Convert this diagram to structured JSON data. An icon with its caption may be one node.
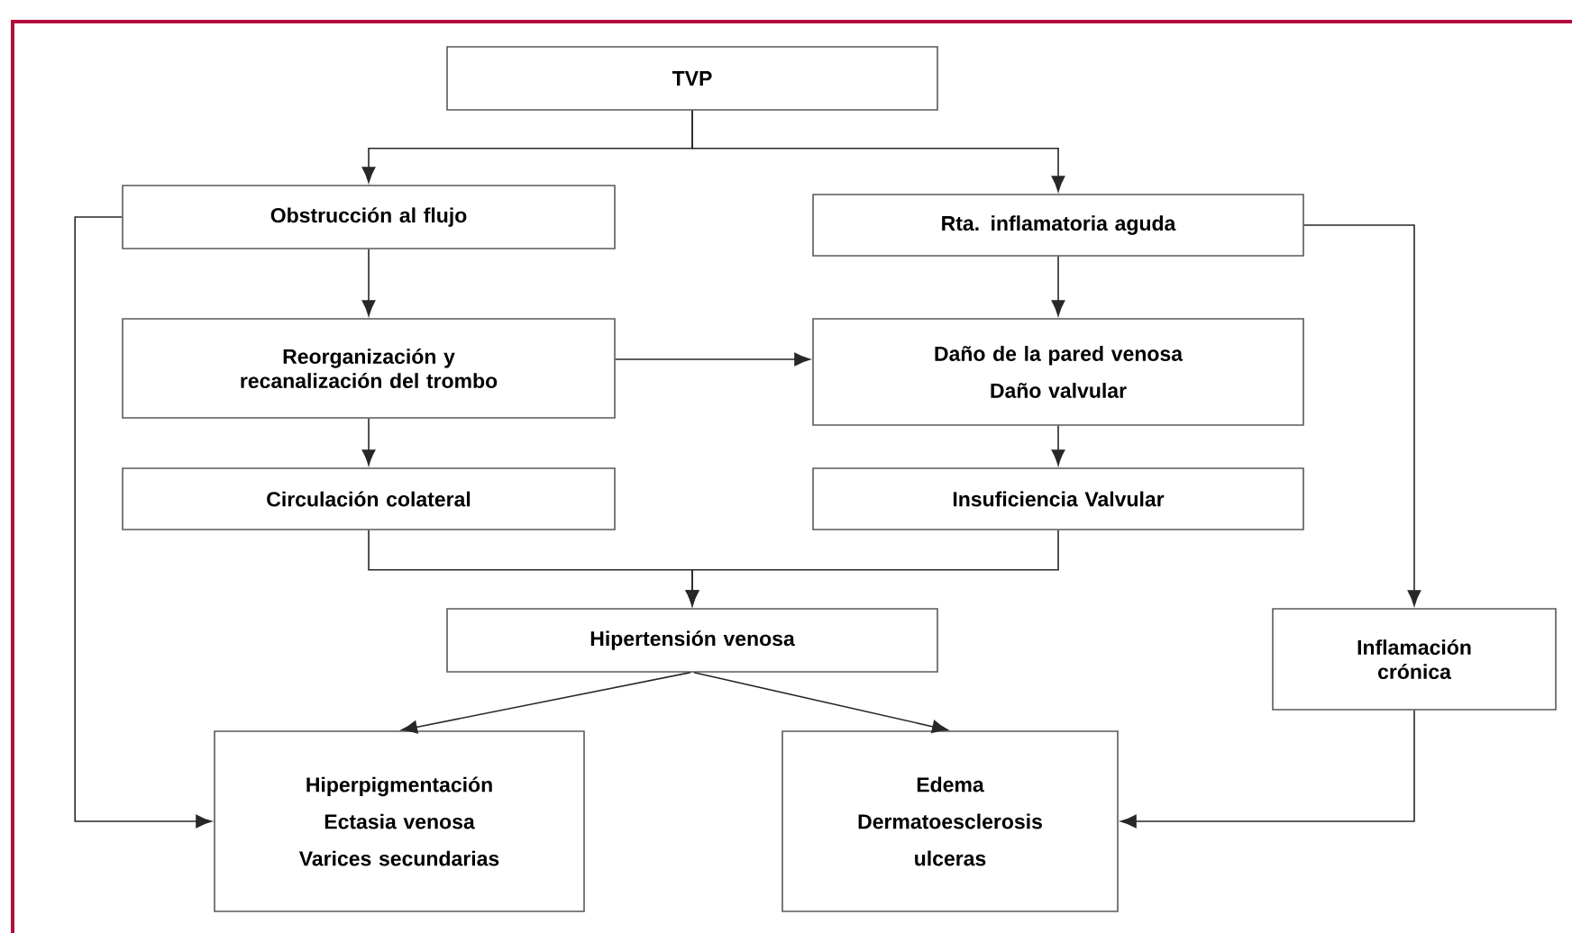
{
  "diagram": {
    "nodes": [
      {
        "text": [
          "TVP"
        ]
      },
      {
        "text": [
          "Obstrucción al flujo"
        ]
      },
      {
        "text": [
          "Rta. inflamatoria aguda"
        ]
      },
      {
        "text": [
          "Reorganización y recanalización del trombo"
        ]
      },
      {
        "text": [
          "Daño de la pared venosa",
          "Daño valvular"
        ]
      },
      {
        "text": [
          "Circulación colateral"
        ]
      },
      {
        "text": [
          "Insuficiencia Valvular"
        ]
      },
      {
        "text": [
          "Hipertensión venosa"
        ]
      },
      {
        "text": [
          "Inflamación crónica"
        ]
      },
      {
        "text": [
          "Hiperpigmentación",
          "Ectasia venosa",
          "Varices secundarias"
        ]
      },
      {
        "text": [
          "Edema",
          "Dermatoesclerosis",
          "ulceras"
        ]
      }
    ],
    "edges": [
      {
        "from": 0,
        "to": 1,
        "arrow": "to"
      },
      {
        "from": 0,
        "to": 2,
        "arrow": "to"
      },
      {
        "from": 1,
        "to": 3,
        "arrow": "to"
      },
      {
        "from": 3,
        "to": 5,
        "arrow": "to"
      },
      {
        "from": 2,
        "to": 4,
        "arrow": "to"
      },
      {
        "from": 4,
        "to": 6,
        "arrow": "to"
      },
      {
        "from": 3,
        "to": 4,
        "arrow": "to"
      },
      {
        "from": 5,
        "to": 7,
        "arrow": "to"
      },
      {
        "from": 6,
        "to": 7,
        "arrow": "to"
      },
      {
        "from": 7,
        "to": 9,
        "arrow": "to"
      },
      {
        "from": 7,
        "to": 10,
        "arrow": "to"
      },
      {
        "from": 1,
        "to": 9,
        "arrow": "to"
      },
      {
        "from": 2,
        "to": 8,
        "arrow": "to"
      },
      {
        "from": 8,
        "to": 10,
        "arrow": "to"
      }
    ]
  }
}
